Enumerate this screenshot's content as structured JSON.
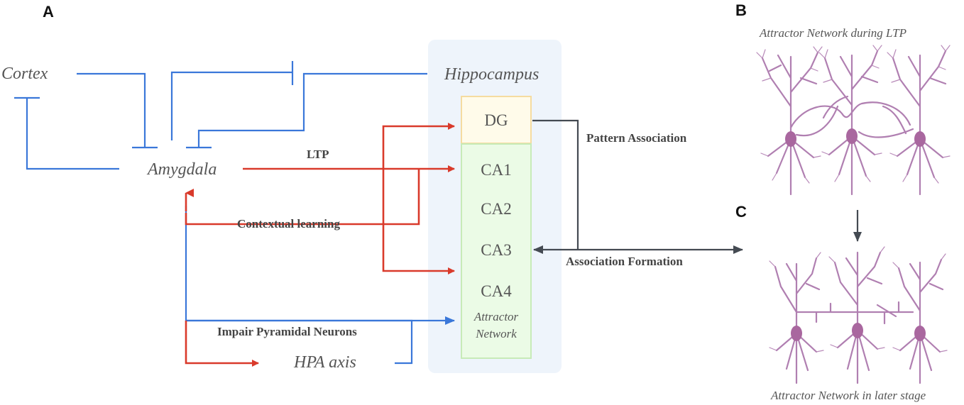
{
  "panels": {
    "a": "A",
    "b": "B",
    "c": "C"
  },
  "nodes": {
    "cortex": "Cortex",
    "amygdala": "Amygdala",
    "hippocampus": "Hippocampus",
    "hpa": "HPA axis"
  },
  "regions": {
    "dg": "DG",
    "ca1": "CA1",
    "ca2": "CA2",
    "ca3": "CA3",
    "ca4": "CA4",
    "attractor_line1": "Attractor",
    "attractor_line2": "Network"
  },
  "edge_labels": {
    "ltp": "LTP",
    "contextual": "Contextual learning",
    "impair": "Impair Pyramidal Neurons",
    "pattern": "Pattern Association",
    "association": "Association Formation"
  },
  "neuron_titles": {
    "b": "Attractor Network during LTP",
    "c": "Attractor Network in later stage"
  },
  "colors": {
    "inhibit": "#3a77d9",
    "excite": "#d93a2b",
    "association": "#444a52",
    "neuron": "#b07fb1",
    "hippocampus_box": "#eef4fb",
    "dg_fill": "#fffbea",
    "ca_fill": "#ebfbe6"
  }
}
